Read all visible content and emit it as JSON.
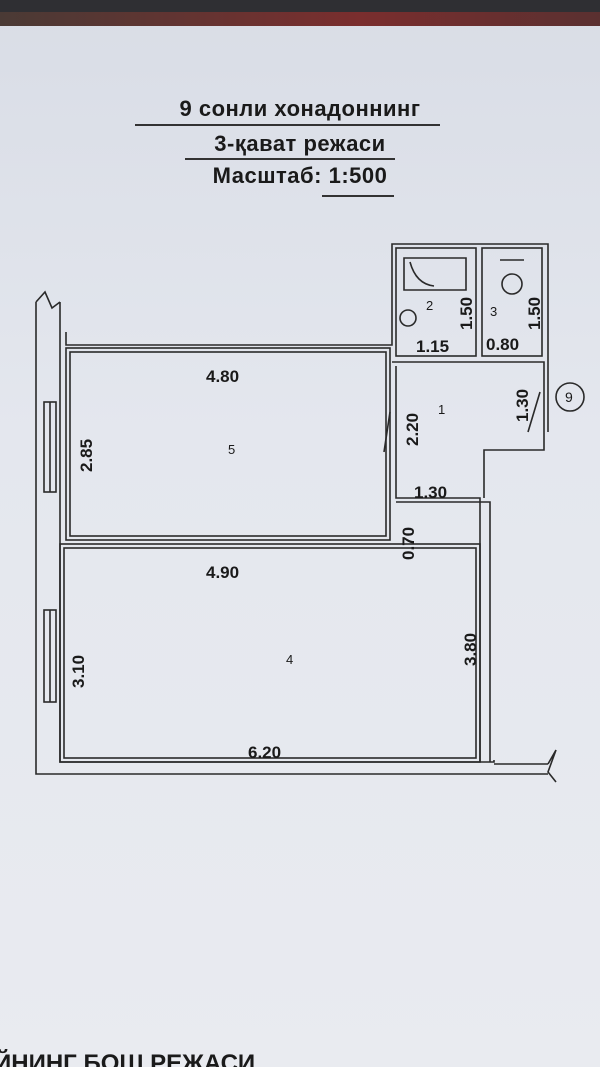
{
  "header": {
    "line1": "9 сонли хонадоннинг",
    "line2": "3-қават режаси",
    "scale_label": "Масштаб:",
    "scale_value": "1:500"
  },
  "plan": {
    "dims": {
      "room5_width": "4.80",
      "room5_height": "2.85",
      "room4_width_top": "4.90",
      "room4_height": "3.10",
      "room4_width_bottom": "6.20",
      "hall_length": "2.20",
      "hall_width": "1.30",
      "hall_upper_width": "1.30",
      "corridor_width": "0.70",
      "corridor_length": "3.80",
      "bath_width": "1.15",
      "bath_length": "1.50",
      "wc_width": "0.80",
      "wc_length": "1.50"
    },
    "rooms": {
      "r1": "1",
      "r2": "2",
      "r3": "3",
      "r4": "4",
      "r5": "5"
    },
    "apartment_number": "9"
  },
  "footer": {
    "text": "ЙНИНГ БОШ РЕЖАСИ"
  }
}
